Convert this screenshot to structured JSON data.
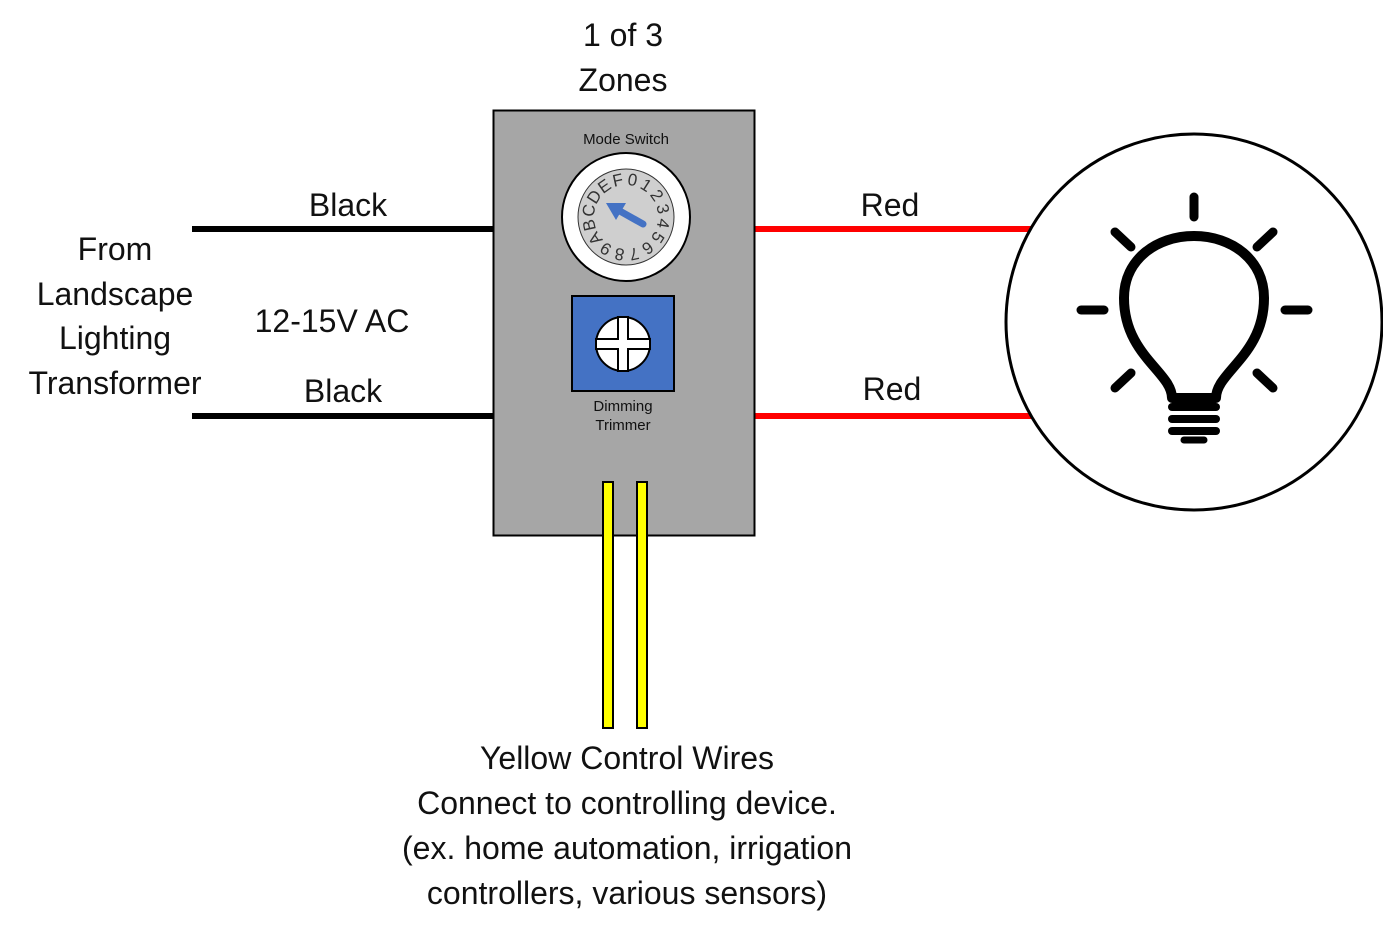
{
  "zones_label": [
    "1 of 3",
    "Zones"
  ],
  "source_label": [
    "From",
    "Landscape",
    "Lighting",
    "Transformer"
  ],
  "voltage_label": "12-15V AC",
  "wires": {
    "input_top": "Black",
    "input_bottom": "Black",
    "output_top": "Red",
    "output_bottom": "Red"
  },
  "module": {
    "mode_switch_label": "Mode Switch",
    "dial_digits": [
      "0",
      "1",
      "2",
      "3",
      "4",
      "5",
      "6",
      "7",
      "8",
      "9",
      "A",
      "B",
      "C",
      "D",
      "E",
      "F"
    ],
    "dimming_label": [
      "Dimming",
      "Trimmer"
    ]
  },
  "control_label": [
    "Yellow Control Wires",
    "Connect to controlling device.",
    "(ex. home automation, irrigation",
    "controllers, various sensors)"
  ],
  "colors": {
    "black_wire": "#000000",
    "red_wire": "#ff0000",
    "yellow_wire": "#ffff00",
    "module_body": "#a6a6a6",
    "trimmer": "#4472c4",
    "dial_arrow": "#4472c4"
  },
  "icons": [
    "light-bulb-icon",
    "rotary-dial-icon",
    "screw-head-icon"
  ]
}
